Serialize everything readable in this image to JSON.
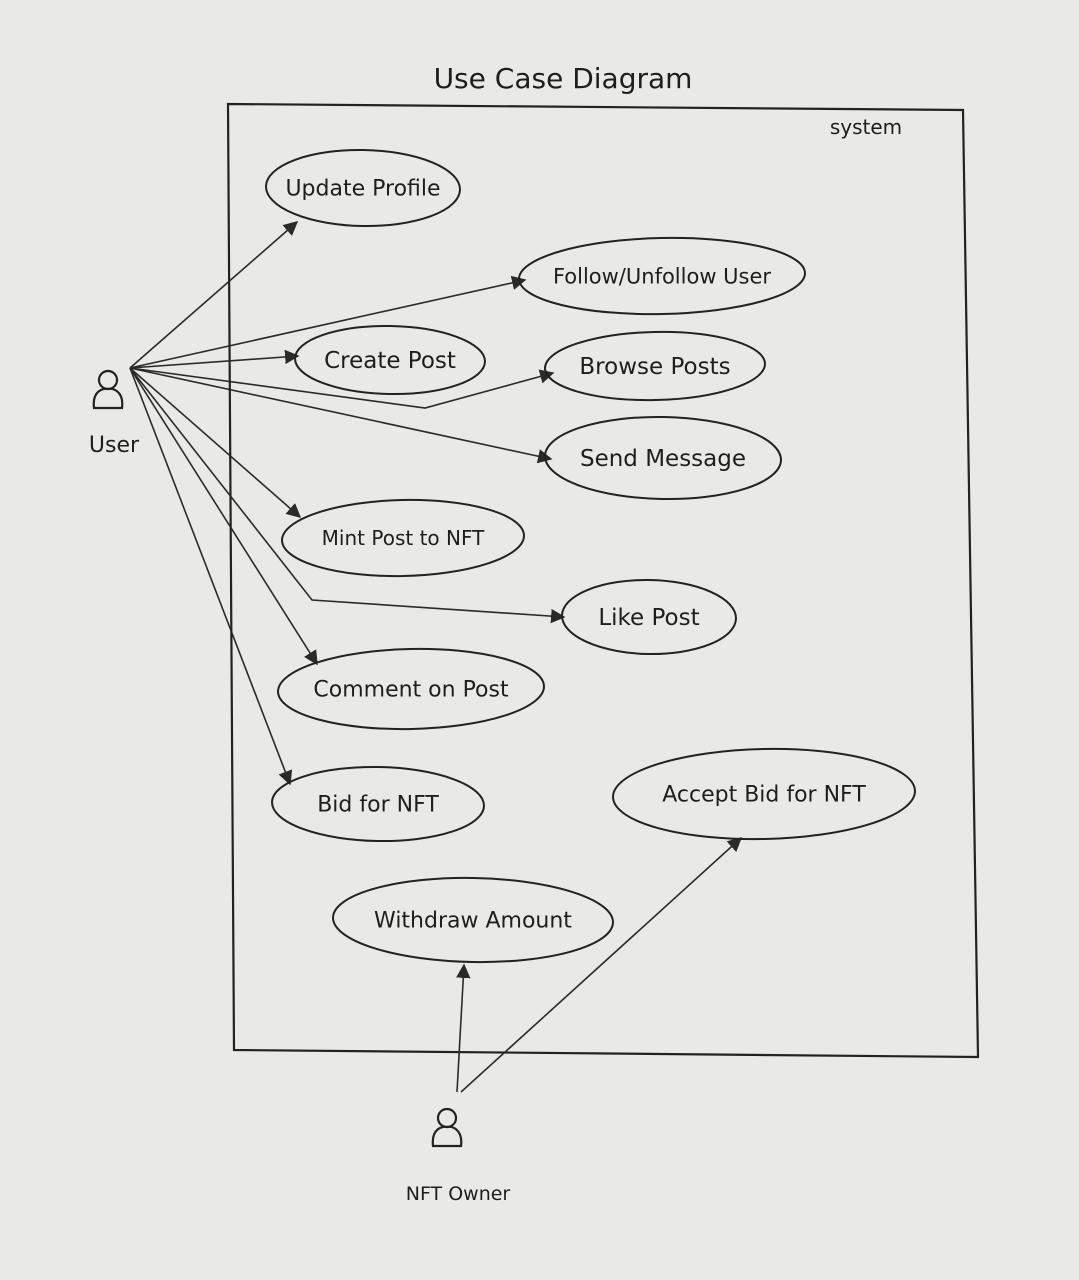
{
  "title": "Use Case Diagram",
  "system_label": "system",
  "actors": [
    {
      "id": "user",
      "label": "User"
    },
    {
      "id": "nft_owner",
      "label": "NFT Owner"
    }
  ],
  "use_cases": [
    {
      "id": "update_profile",
      "label": "Update Profile"
    },
    {
      "id": "follow_unfollow",
      "label": "Follow/Unfollow User"
    },
    {
      "id": "create_post",
      "label": "Create Post"
    },
    {
      "id": "browse_posts",
      "label": "Browse Posts"
    },
    {
      "id": "send_message",
      "label": "Send Message"
    },
    {
      "id": "mint_post",
      "label": "Mint Post to NFT"
    },
    {
      "id": "like_post",
      "label": "Like Post"
    },
    {
      "id": "comment_post",
      "label": "Comment on Post"
    },
    {
      "id": "bid_nft",
      "label": "Bid for NFT"
    },
    {
      "id": "accept_bid",
      "label": "Accept Bid for NFT"
    },
    {
      "id": "withdraw",
      "label": "Withdraw Amount"
    }
  ],
  "associations": [
    {
      "from": "user",
      "to": "update_profile"
    },
    {
      "from": "user",
      "to": "follow_unfollow"
    },
    {
      "from": "user",
      "to": "create_post"
    },
    {
      "from": "user",
      "to": "browse_posts"
    },
    {
      "from": "user",
      "to": "send_message"
    },
    {
      "from": "user",
      "to": "mint_post"
    },
    {
      "from": "user",
      "to": "like_post"
    },
    {
      "from": "user",
      "to": "comment_post"
    },
    {
      "from": "user",
      "to": "bid_nft"
    },
    {
      "from": "nft_owner",
      "to": "withdraw"
    },
    {
      "from": "nft_owner",
      "to": "accept_bid"
    }
  ]
}
